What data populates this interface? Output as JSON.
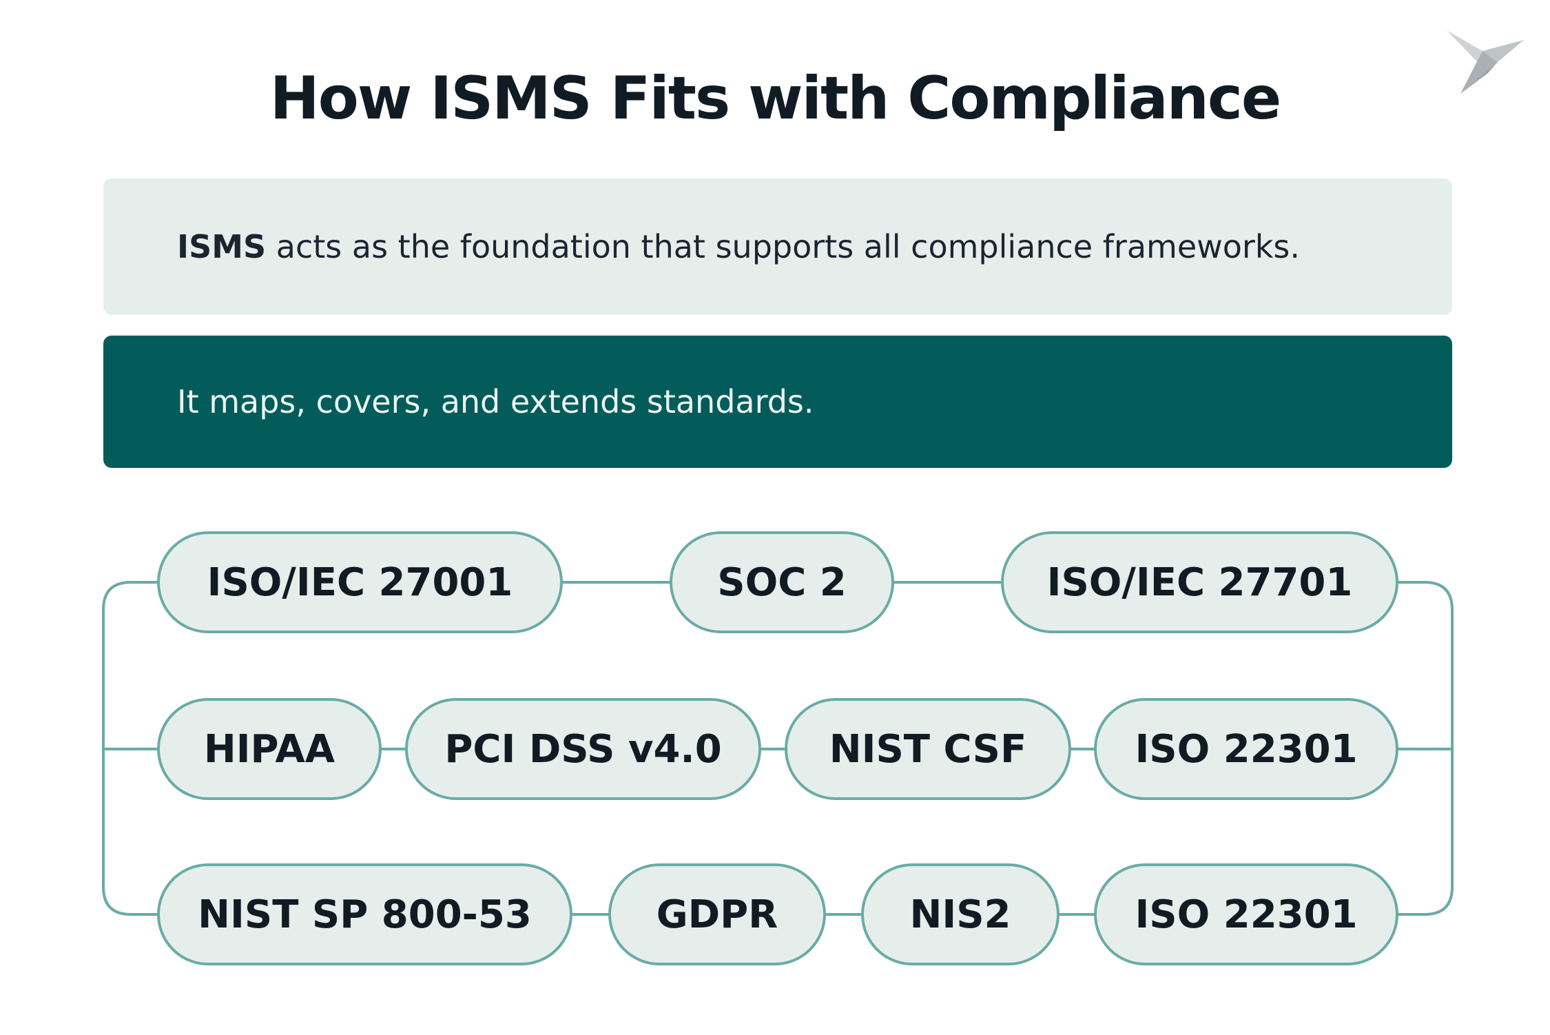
{
  "title": "How ISMS Fits with Compliance",
  "logo": {
    "icon": "origami-bird-icon"
  },
  "intro": {
    "bold": "ISMS",
    "text": " acts as the foundation that supports all compliance frameworks."
  },
  "subtitle": "It maps, covers, and extends standards.",
  "frameworks": {
    "row1": [
      "ISO/IEC 27001",
      "SOC 2",
      "ISO/IEC 27701"
    ],
    "row2": [
      "HIPAA",
      "PCI DSS v4.0",
      "NIST CSF",
      "ISO 22301"
    ],
    "row3": [
      "NIST SP 800-53",
      "GDPR",
      "NIS2",
      "ISO 22301"
    ]
  },
  "colors": {
    "accent_dark": "#035c59",
    "pill_fill": "#e6eeec",
    "pill_border": "#6aaba7",
    "title_text": "#111b23"
  }
}
